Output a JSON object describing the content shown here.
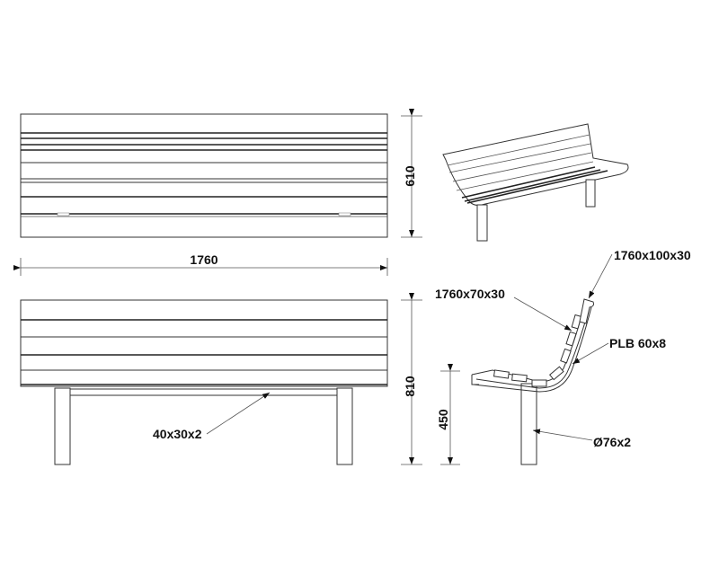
{
  "views": {
    "top": {
      "width_dim": "1760",
      "depth_dim": "610"
    },
    "front": {
      "height_dim": "810",
      "rail_label": "40x30x2"
    },
    "side": {
      "seat_height_dim": "450",
      "top_slat_label": "1760x100x30",
      "slat_label": "1760x70x30",
      "plate_label": "PLB 60x8",
      "leg_label": "Ø76x2"
    }
  }
}
